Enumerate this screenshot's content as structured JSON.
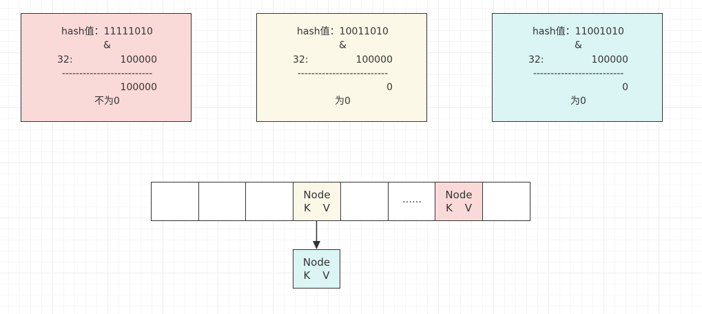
{
  "boxes": [
    {
      "hash_label": "hash值：",
      "hash_value": "11111010",
      "op": "&",
      "mask_label": "32:",
      "mask_value": "100000",
      "divider": "--------------------------",
      "result": "100000",
      "verdict": "不为0",
      "color": "#fadad9"
    },
    {
      "hash_label": "hash值：",
      "hash_value": "10011010",
      "op": "&",
      "mask_label": "32:",
      "mask_value": "100000",
      "divider": "--------------------------",
      "result": "0",
      "verdict": "为0",
      "color": "#fcf8e8"
    },
    {
      "hash_label": "hash值：",
      "hash_value": "11001010",
      "op": "&",
      "mask_label": "32:",
      "mask_value": "100000",
      "divider": "--------------------------",
      "result": "0",
      "verdict": "为0",
      "color": "#dbf4f4"
    }
  ],
  "array": {
    "cells": [
      {
        "title": "",
        "k": "",
        "v": ""
      },
      {
        "title": "",
        "k": "",
        "v": ""
      },
      {
        "title": "",
        "k": "",
        "v": ""
      },
      {
        "title": "Node",
        "k": "K",
        "v": "V"
      },
      {
        "title": "",
        "k": "",
        "v": ""
      },
      {
        "title": "……",
        "k": "",
        "v": ""
      },
      {
        "title": "Node",
        "k": "K",
        "v": "V"
      },
      {
        "title": "",
        "k": "",
        "v": ""
      }
    ]
  },
  "linked_node": {
    "title": "Node",
    "k": "K",
    "v": "V"
  },
  "colors": {
    "pink": "#fadad9",
    "cream": "#fcf8e8",
    "cyan": "#dbf4f4",
    "stroke": "#333333"
  }
}
